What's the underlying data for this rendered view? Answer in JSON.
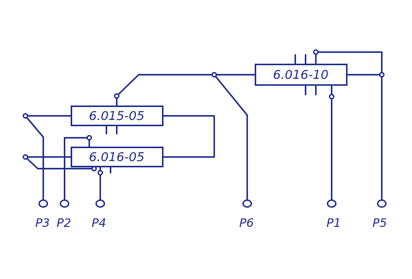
{
  "diagram": {
    "components": [
      {
        "id": "top",
        "label": "6.016-10"
      },
      {
        "id": "mid",
        "label": "6.015-05"
      },
      {
        "id": "low",
        "label": "6.016-05"
      }
    ],
    "terminals": [
      {
        "id": "p3",
        "label": "P3"
      },
      {
        "id": "p2",
        "label": "P2"
      },
      {
        "id": "p4",
        "label": "P4"
      },
      {
        "id": "p6",
        "label": "P6"
      },
      {
        "id": "p1",
        "label": "P1"
      },
      {
        "id": "p5",
        "label": "P5"
      }
    ],
    "colors": {
      "line": "#1e2a8c",
      "background": "#ffffff"
    }
  }
}
